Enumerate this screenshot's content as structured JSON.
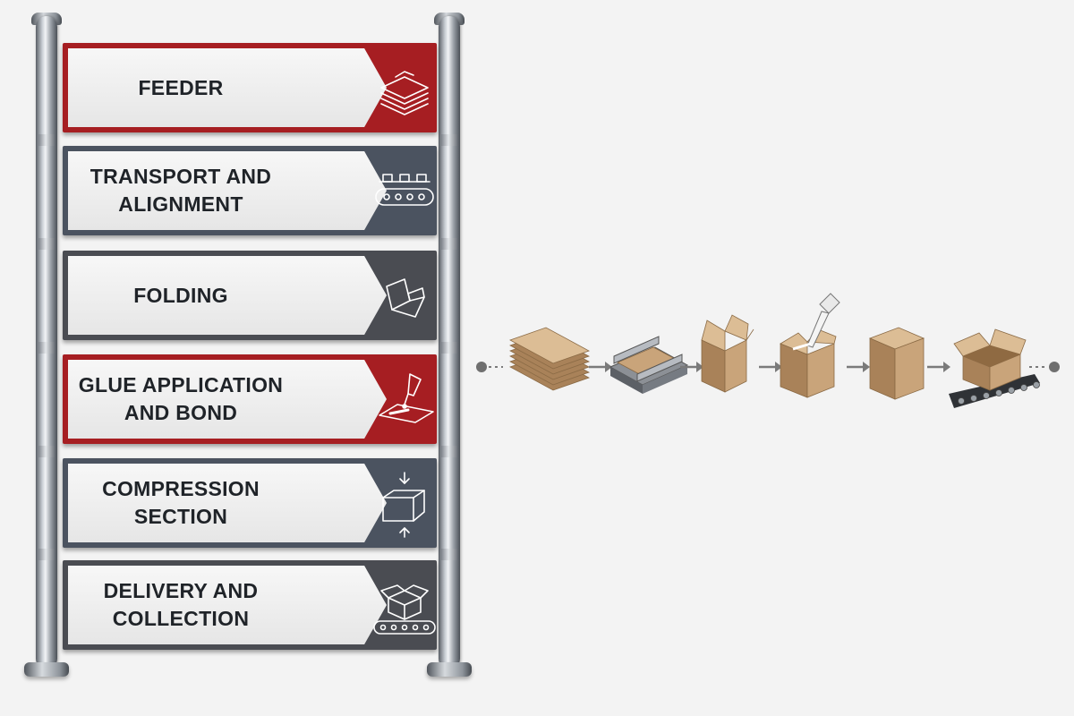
{
  "process_stages": [
    {
      "label": "FEEDER",
      "theme": "red",
      "icon": "stacked-sheets-icon"
    },
    {
      "label": "TRANSPORT AND\nALIGNMENT",
      "theme": "slate",
      "icon": "conveyor-icon"
    },
    {
      "label": "FOLDING",
      "theme": "dark",
      "icon": "folding-box-icon"
    },
    {
      "label": "GLUE APPLICATION\nAND BOND",
      "theme": "red",
      "icon": "glue-applicator-icon"
    },
    {
      "label": "COMPRESSION\nSECTION",
      "theme": "slate",
      "icon": "compression-box-icon"
    },
    {
      "label": "DELIVERY AND\nCOLLECTION",
      "theme": "dark",
      "icon": "box-on-conveyor-icon"
    }
  ],
  "flow_steps": [
    {
      "name": "flat-blanks-icon"
    },
    {
      "name": "alignment-guide-icon"
    },
    {
      "name": "folded-box-icon"
    },
    {
      "name": "glue-box-icon"
    },
    {
      "name": "closed-box-icon"
    },
    {
      "name": "box-on-conveyor-icon"
    }
  ],
  "colors": {
    "red": "#a61e22",
    "slate": "#4b5360",
    "dark": "#4a4c52",
    "cardboard": "#c9a47a",
    "cardboard_dark": "#a98259",
    "arrow": "#7a7a7a"
  }
}
